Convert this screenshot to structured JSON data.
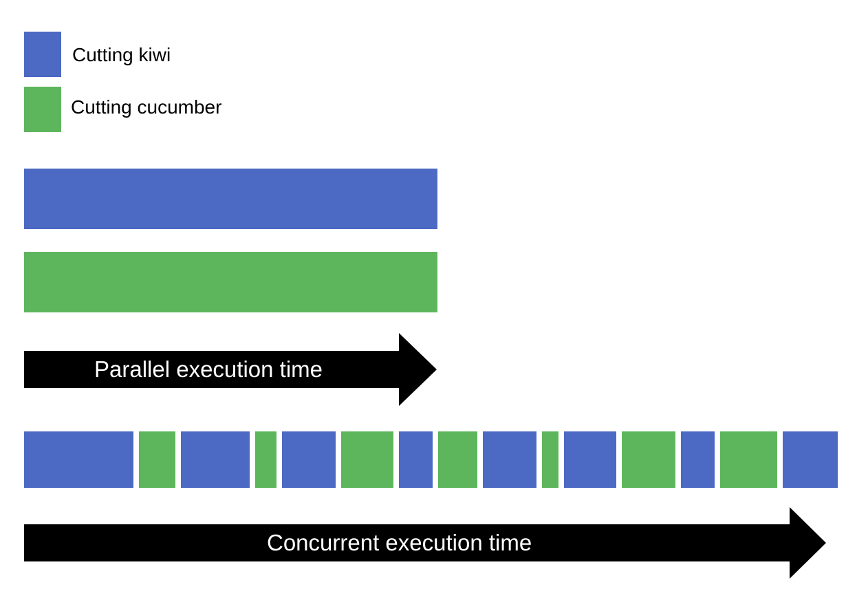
{
  "colors": {
    "kiwi": "#4c69c3",
    "cucumber": "#5db65b",
    "arrow": "#000000",
    "arrow_text": "#ffffff"
  },
  "legend": {
    "kiwi_label": "Cutting kiwi",
    "cucumber_label": "Cutting cucumber"
  },
  "parallel": {
    "tasks": [
      "kiwi",
      "cucumber"
    ],
    "arrow_label": "Parallel execution time"
  },
  "concurrent": {
    "arrow_label": "Concurrent execution time",
    "segments": [
      {
        "task": "kiwi",
        "duration": 159
      },
      {
        "task": "cucumber",
        "duration": 53
      },
      {
        "task": "kiwi",
        "duration": 100
      },
      {
        "task": "cucumber",
        "duration": 31
      },
      {
        "task": "kiwi",
        "duration": 78
      },
      {
        "task": "cucumber",
        "duration": 76
      },
      {
        "task": "kiwi",
        "duration": 49
      },
      {
        "task": "cucumber",
        "duration": 57
      },
      {
        "task": "kiwi",
        "duration": 78
      },
      {
        "task": "cucumber",
        "duration": 24
      },
      {
        "task": "kiwi",
        "duration": 76
      },
      {
        "task": "cucumber",
        "duration": 78
      },
      {
        "task": "kiwi",
        "duration": 49
      },
      {
        "task": "cucumber",
        "duration": 83
      },
      {
        "task": "kiwi",
        "duration": 80
      }
    ]
  }
}
